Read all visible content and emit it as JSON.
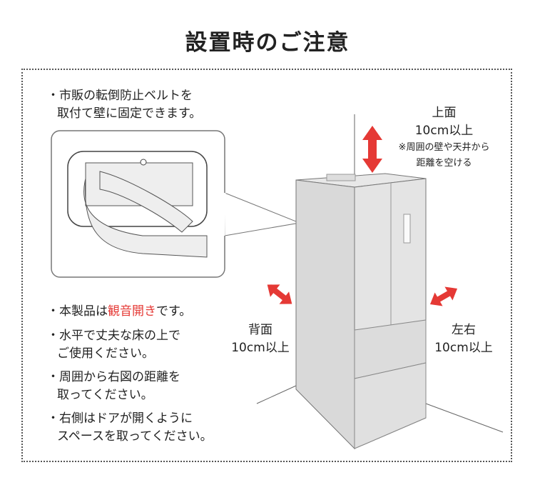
{
  "title": "設置時のご注意",
  "notes": {
    "belt": [
      "・市販の転倒防止ベルトを",
      "取付て壁に固定できます。"
    ],
    "door_prefix": "・本製品は",
    "door_highlight": "観音開き",
    "door_suffix": "です。",
    "floor": [
      "・水平で丈夫な床の上で",
      "ご使用ください。"
    ],
    "distance": [
      "・周囲から右図の距離を",
      "取ってください。"
    ],
    "right": [
      "・右側はドアが開くように",
      "スペースを取ってください。"
    ]
  },
  "clearance": {
    "top": {
      "label": "上面",
      "value": "10cm以上",
      "note": [
        "※周囲の壁や天井から",
        "距離を空ける"
      ]
    },
    "back": {
      "label": "背面",
      "value": "10cm以上"
    },
    "sides": {
      "label": "左右",
      "value": "10cm以上"
    }
  },
  "colors": {
    "accent": "#e53935"
  }
}
